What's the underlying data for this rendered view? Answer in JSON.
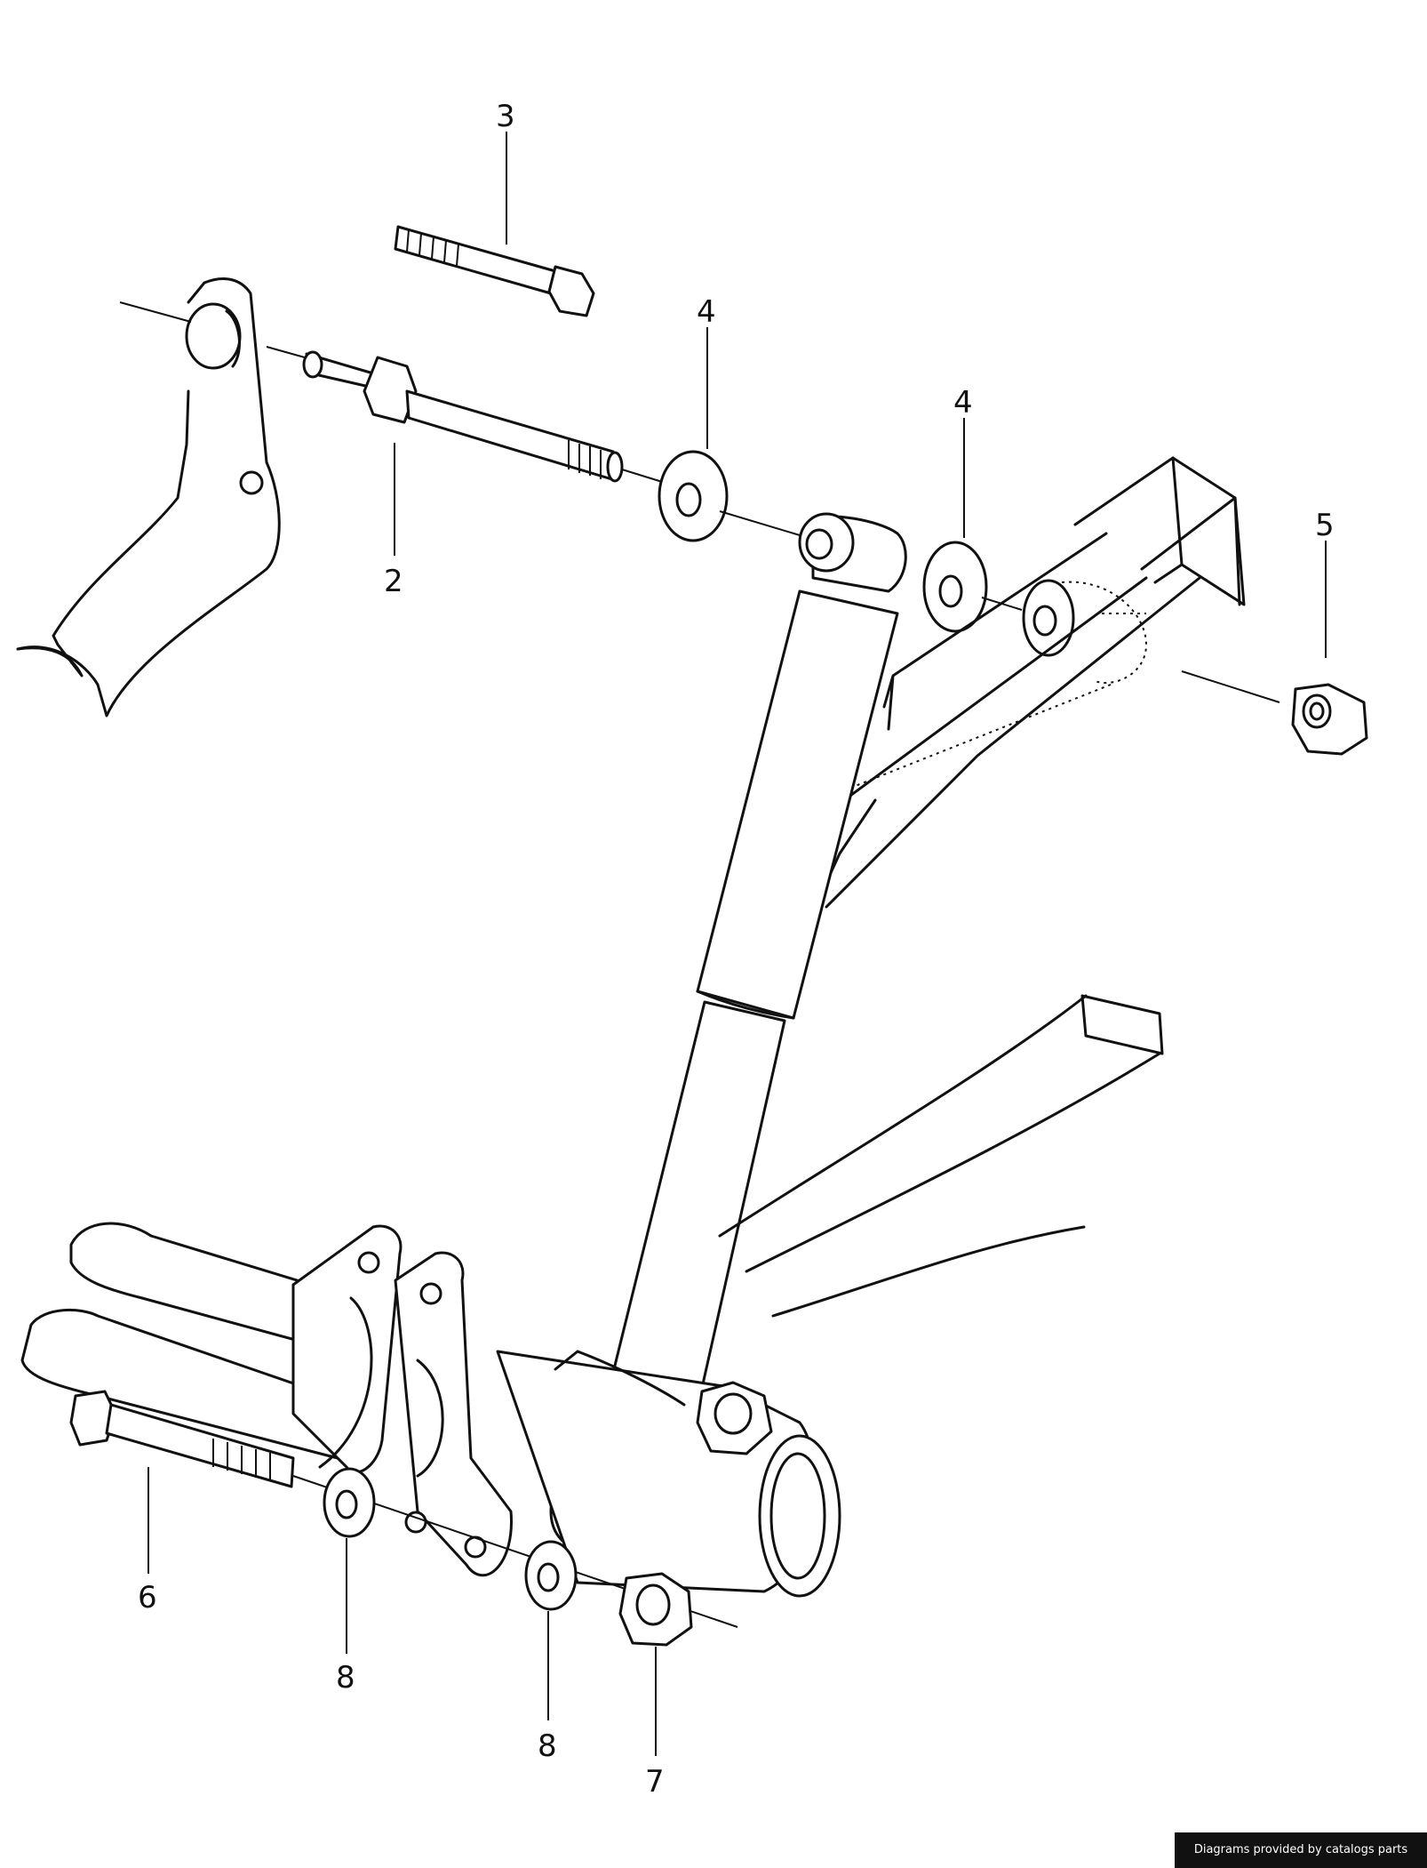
{
  "callouts": [
    {
      "id": "c3",
      "label": "3"
    },
    {
      "id": "c4a",
      "label": "4"
    },
    {
      "id": "c4b",
      "label": "4"
    },
    {
      "id": "c5",
      "label": "5"
    },
    {
      "id": "c2",
      "label": "2"
    },
    {
      "id": "c6",
      "label": "6"
    },
    {
      "id": "c8a",
      "label": "8"
    },
    {
      "id": "c8b",
      "label": "8"
    },
    {
      "id": "c7",
      "label": "7"
    }
  ],
  "credit": "Diagrams provided by catalogs parts"
}
